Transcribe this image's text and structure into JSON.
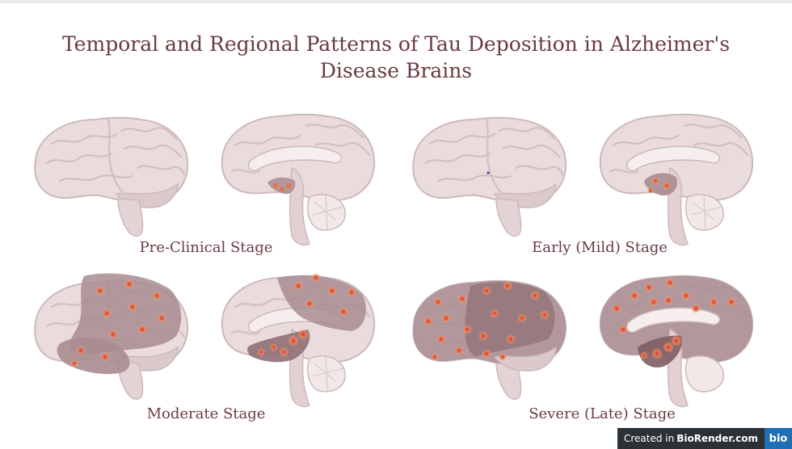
{
  "title": "Temporal and Regional Patterns of Tau Deposition in Alzheimer's Disease Brains",
  "stages": [
    {
      "label": "Pre-Clinical Stage"
    },
    {
      "label": "Early (Mild) Stage"
    },
    {
      "label": "Moderate Stage"
    },
    {
      "label": "Severe (Late) Stage"
    }
  ],
  "badge": {
    "prefix": "Created in",
    "brand": "BioRender.com",
    "logo": "bio"
  },
  "colors": {
    "title": "#6b3a3f",
    "brain_base": "#eadcdc",
    "brain_fold": "#d4c1c2",
    "tau_region": "#a88c90",
    "tau_spot": "#e0603e",
    "badge_bg": "#2c3136",
    "logo_bg": "#1f6fb6"
  }
}
